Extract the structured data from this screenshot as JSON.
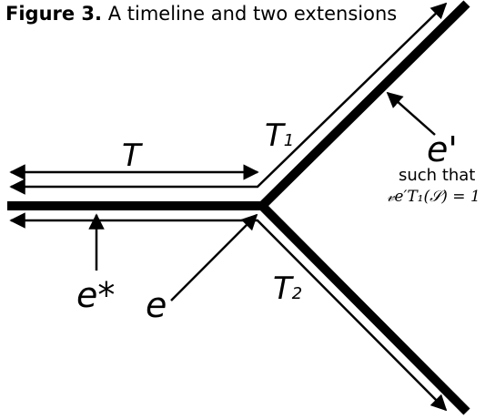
{
  "caption": {
    "bold": "Figure 3.",
    "rest": " A timeline and two extensions"
  },
  "labels": {
    "T": "T",
    "T1_base": "T",
    "T1_sub": "1",
    "T2_base": "T",
    "T2_sub": "2",
    "e_star": "e*",
    "e": "e",
    "e_prime": "e'",
    "such_that": "such that",
    "formula": "𝓋e′T₁(𝒮) = 1"
  },
  "colors": {
    "ink": "#000000",
    "background": "#ffffff"
  }
}
